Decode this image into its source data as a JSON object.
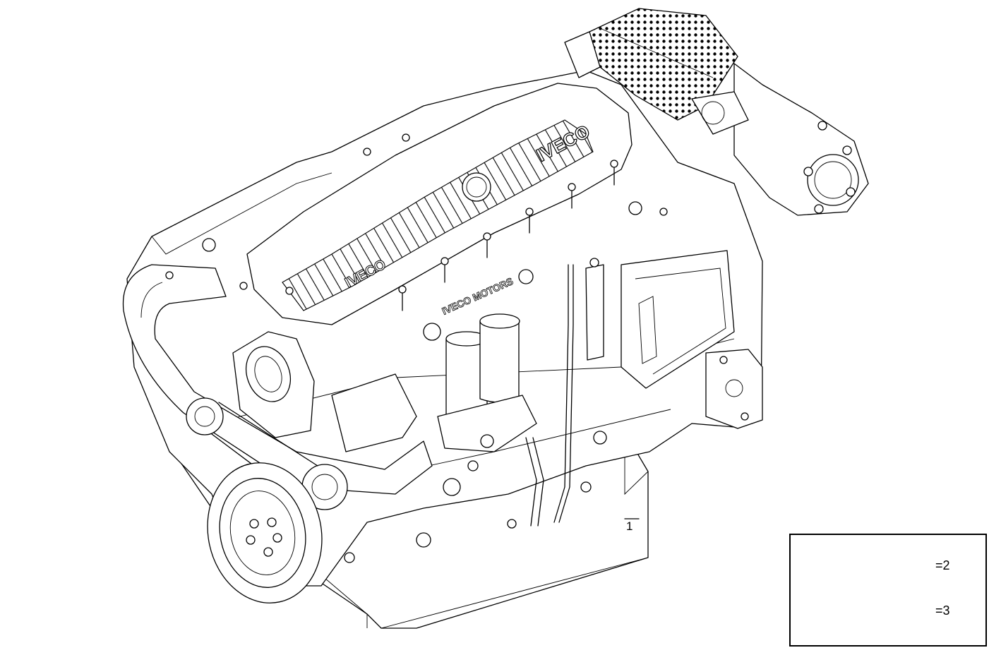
{
  "diagram": {
    "brand_marks": [
      "IVECO",
      "IVECO",
      "IVECO MOTORS"
    ],
    "callouts": [
      {
        "id": "engine-assembly",
        "label": "1"
      }
    ],
    "inset": {
      "items": [
        {
          "id": "upper-gasket-kit",
          "label": "=2"
        },
        {
          "id": "lower-gasket-kit",
          "label": "=3"
        }
      ]
    }
  }
}
